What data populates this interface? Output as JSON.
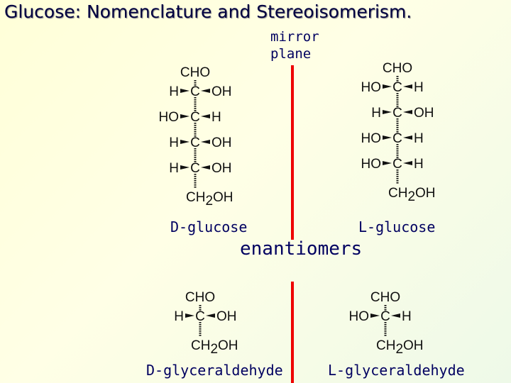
{
  "title": "Glucose:  Nomenclature and Stereoisomerism.",
  "mirror_label": [
    "mirror",
    "plane"
  ],
  "enantiomers_label": "enantiomers",
  "molecules": [
    {
      "id": "d-glucose",
      "caption": "D-glucose",
      "top": "CHO",
      "bottom": [
        "CH",
        "2",
        "OH"
      ],
      "rows": [
        [
          "H",
          "OH"
        ],
        [
          "HO",
          "H"
        ],
        [
          "H",
          "OH"
        ],
        [
          "H",
          "OH"
        ]
      ]
    },
    {
      "id": "l-glucose",
      "caption": "L-glucose",
      "top": "CHO",
      "bottom": [
        "CH",
        "2",
        "OH"
      ],
      "rows": [
        [
          "HO",
          "H"
        ],
        [
          "H",
          "OH"
        ],
        [
          "HO",
          "H"
        ],
        [
          "HO",
          "H"
        ]
      ]
    },
    {
      "id": "d-glyceraldehyde",
      "caption": "D-glyceraldehyde",
      "top": "CHO",
      "bottom": [
        "CH",
        "2",
        "OH"
      ],
      "rows": [
        [
          "H",
          "OH"
        ]
      ]
    },
    {
      "id": "l-glyceraldehyde",
      "caption": "L-glyceraldehyde",
      "top": "CHO",
      "bottom": [
        "CH",
        "2",
        "OH"
      ],
      "rows": [
        [
          "HO",
          "H"
        ]
      ]
    }
  ]
}
